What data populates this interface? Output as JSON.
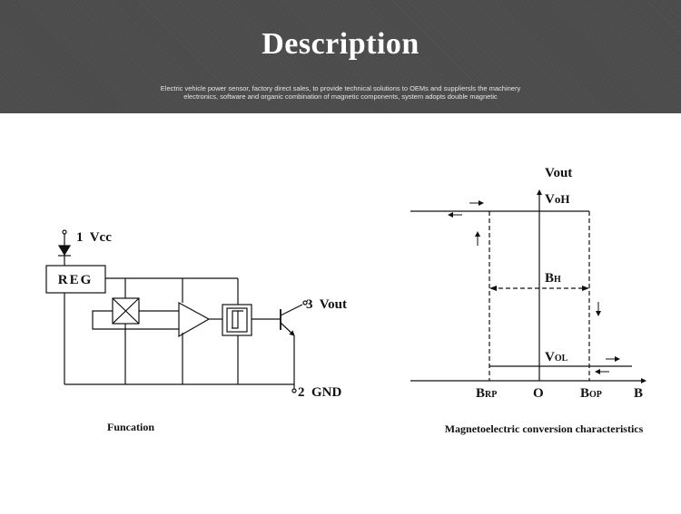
{
  "header": {
    "title": "Description",
    "subtitle_line1": "Electric vehicle power sensor, factory direct sales, to provide technical solutions to OEMs and suppliersls the machinery",
    "subtitle_line2": "electronics, software and organic combination of magnetic components, system adopts double magnetic"
  },
  "circuit": {
    "pin1": "1  Vcc",
    "reg": "REG",
    "pin3": "3  Vout",
    "pin2": "2  GND",
    "caption": "Funcation"
  },
  "graph": {
    "y_axis": "Vout",
    "voh": {
      "main": "V",
      "sub": "oH"
    },
    "bh": {
      "main": "B",
      "sub": "H"
    },
    "vol": {
      "main": "V",
      "sub": "OL"
    },
    "brp": {
      "main": "B",
      "sub": "RP"
    },
    "origin": "O",
    "bop": {
      "main": "B",
      "sub": "OP"
    },
    "x_axis": "B",
    "caption": "Magnetoelectric conversion characteristics"
  }
}
